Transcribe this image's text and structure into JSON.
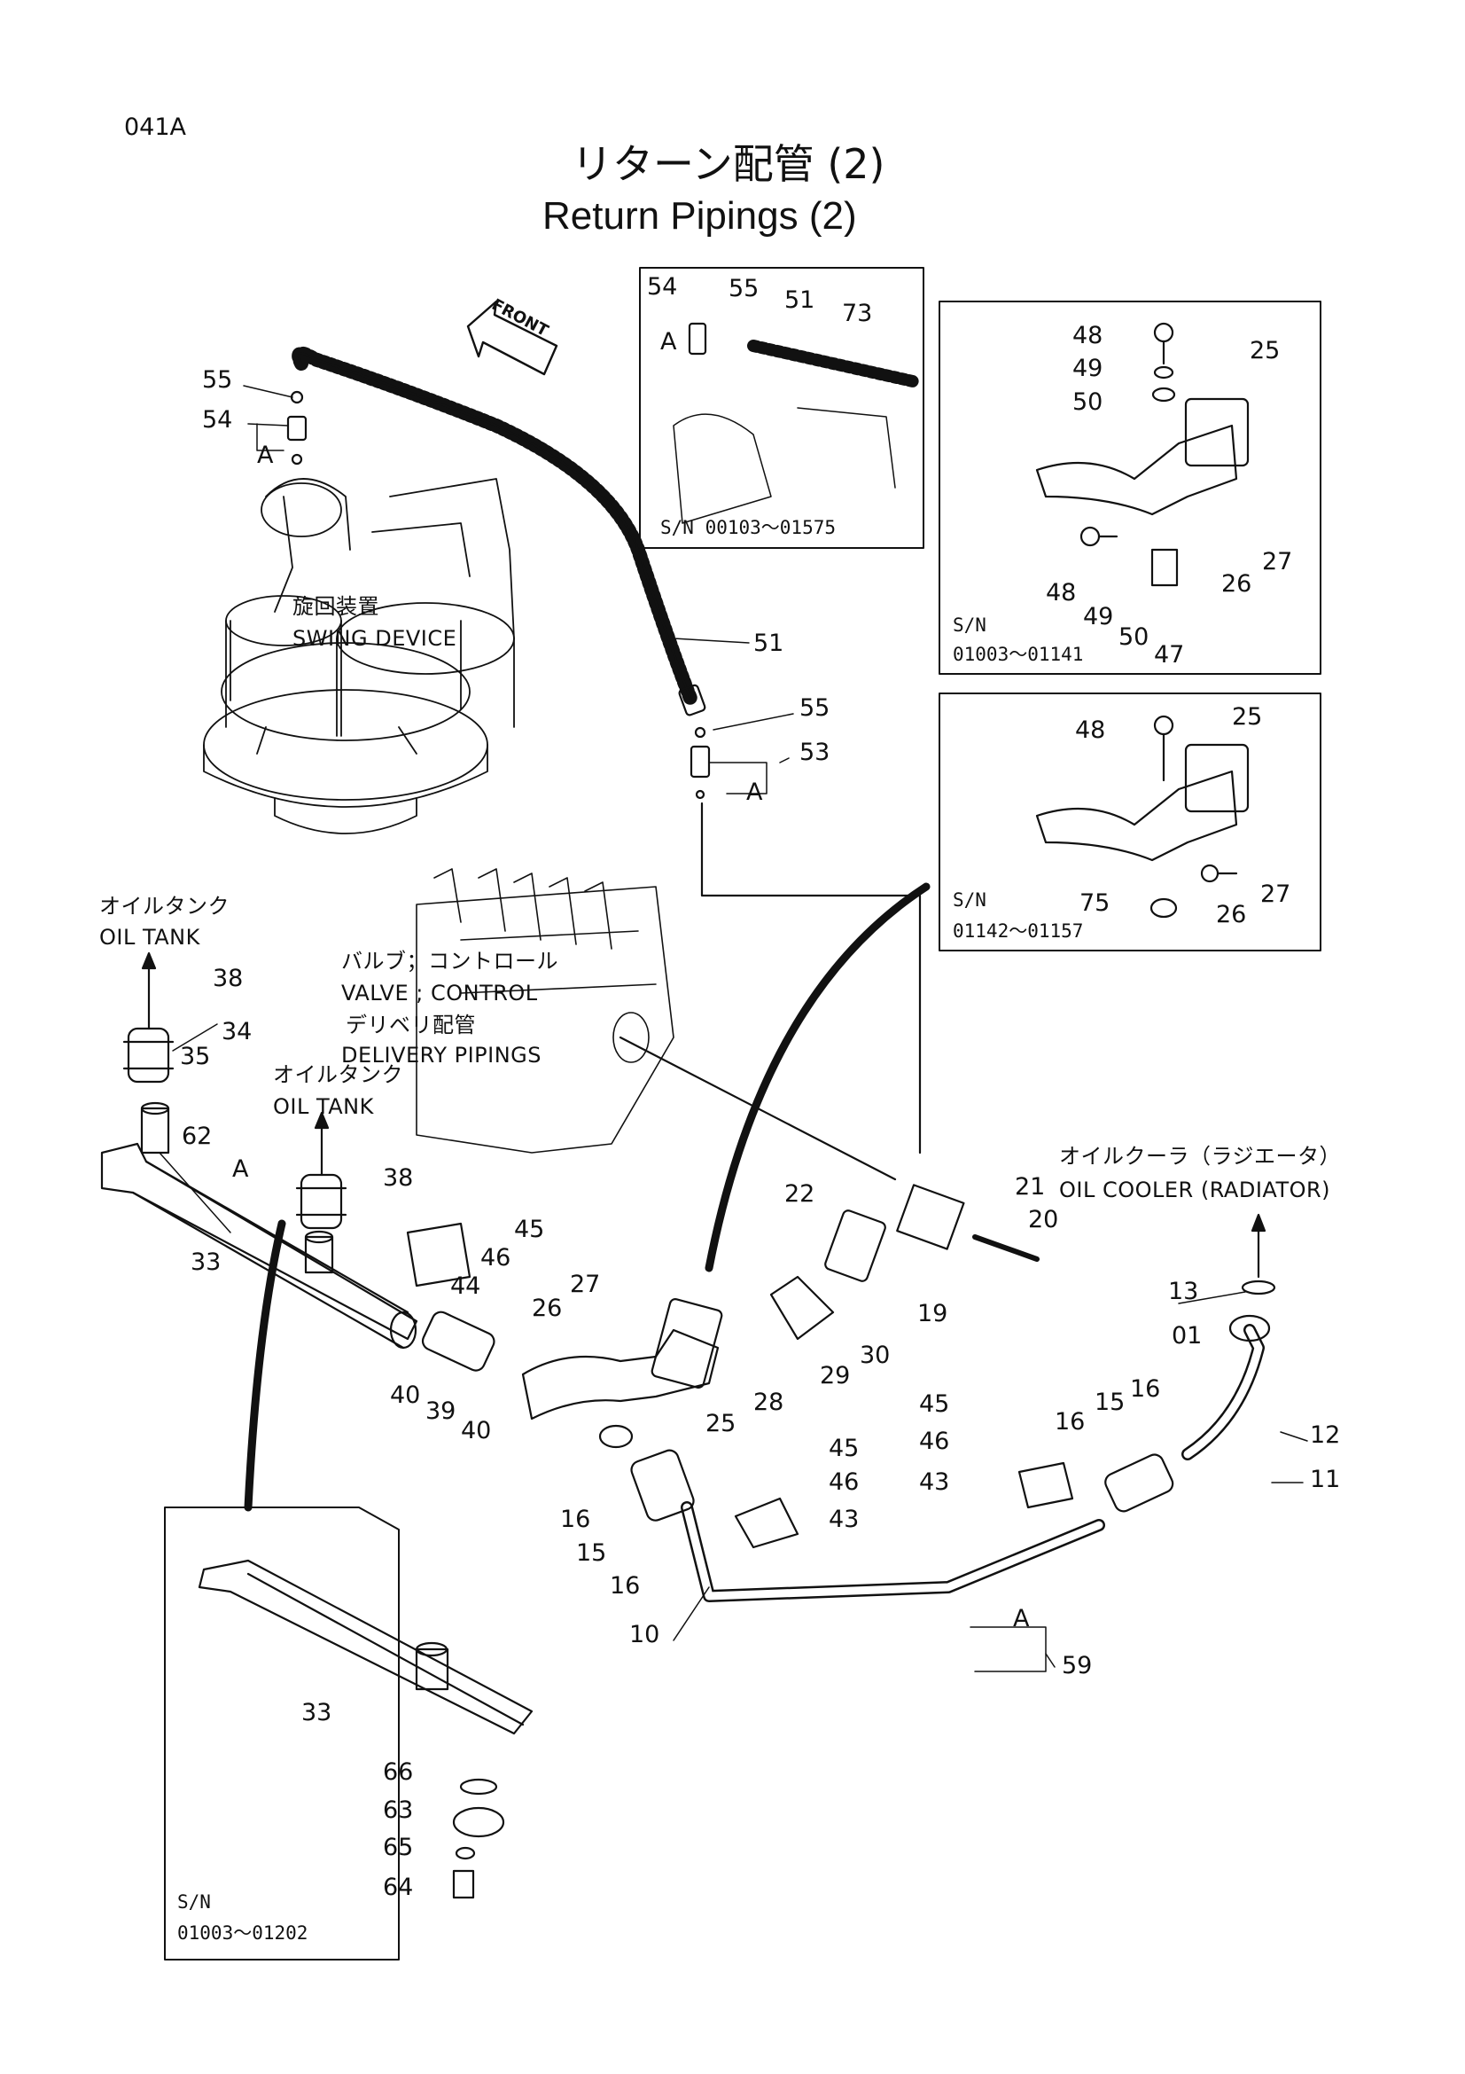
{
  "page": {
    "code": "041A"
  },
  "title": {
    "jp": "リターン配管 (2)",
    "en": "Return Pipings (2)"
  },
  "front_label": "FRONT",
  "labels": {
    "swing_jp": "旋回装置",
    "swing_en": "SWING DEVICE",
    "oiltank_jp": "オイルタンク",
    "oiltank_en": "OIL TANK",
    "valve_jp": "バルブ；コントロール",
    "valve_en": "VALVE ; CONTROL",
    "delivery_jp": "デリベリ配管",
    "delivery_en": "DELIVERY PIPINGS",
    "cooler_jp": "オイルクーラ（ラジエータ）",
    "cooler_en": "OIL COOLER (RADIATOR)"
  },
  "insets": {
    "hose_sn": "S/N 00103～01575",
    "elbowA_sn": "S/N",
    "elbowA_range": "01003～01141",
    "elbowB_sn": "S/N",
    "elbowB_range": "01142～01157",
    "pipe_sn": "S/N",
    "pipe_range": "01003～01202"
  },
  "callouts": {
    "c55a": "55",
    "c54a": "54",
    "cA1": "A",
    "c51": "51",
    "c55b": "55",
    "c53": "53",
    "cA2": "A",
    "h54": "54",
    "h55": "55",
    "h51": "51",
    "h73": "73",
    "hA": "A",
    "e48a": "48",
    "e49a": "49",
    "e50a": "50",
    "e25a": "25",
    "e48b": "48",
    "e49b": "49",
    "e50b": "50",
    "e47": "47",
    "e26a": "26",
    "e27a": "27",
    "f48": "48",
    "f25": "25",
    "f75": "75",
    "f26": "26",
    "f27": "27",
    "c38a": "38",
    "c34": "34",
    "c35": "35",
    "c62": "62",
    "cA3": "A",
    "c38b": "38",
    "c33": "33",
    "c45a": "45",
    "c46a": "46",
    "c44": "44",
    "c40a": "40",
    "c39": "39",
    "c40b": "40",
    "c26": "26",
    "c27": "27",
    "c25": "25",
    "c28": "28",
    "c29": "29",
    "c30": "30",
    "c19": "19",
    "c22": "22",
    "c21": "21",
    "c20": "20",
    "c13": "13",
    "c01": "01",
    "c12": "12",
    "c11": "11",
    "c45b": "45",
    "c46b": "46",
    "c43a": "43",
    "c16a": "16",
    "c15a": "15",
    "c16b": "16",
    "c45c": "45",
    "c46c": "46",
    "c43b": "43",
    "c16c": "16",
    "c15b": "15",
    "c16d": "16",
    "c10": "10",
    "cA4": "A",
    "c59": "59",
    "p33": "33",
    "p66": "66",
    "p63": "63",
    "p65": "65",
    "p64": "64"
  }
}
